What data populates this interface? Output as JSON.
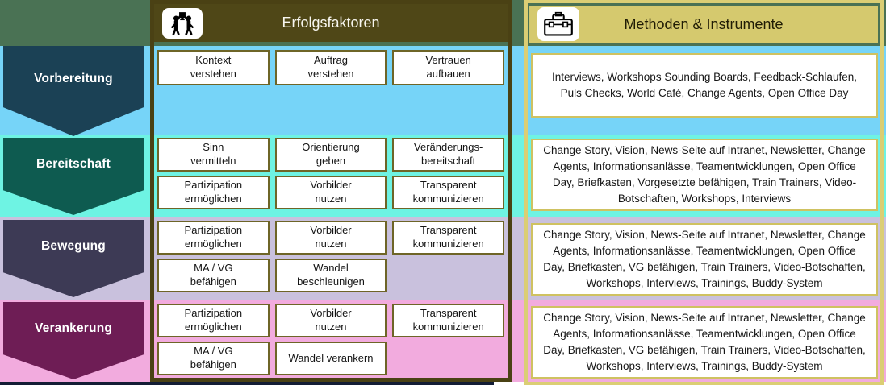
{
  "headers": {
    "erfolgsfaktoren": {
      "title": "Erfolgsfaktoren",
      "icon": "people-trophy-icon"
    },
    "methoden": {
      "title": "Methoden & Instrumente",
      "icon": "toolbox-icon"
    }
  },
  "colors": {
    "top_band": "#4a7254",
    "mid_frame": "#4a4114",
    "mid_header_bg": "#4f4717",
    "right_frame": "#dbce74",
    "right_header_bg": "#d5c96e",
    "bottom_bar": "#131d35"
  },
  "phases": [
    {
      "name": "Vorbereitung",
      "chevron_color": "#1b4155",
      "row_color": "#76d4f8",
      "factors": [
        "Kontext\nverstehen",
        "Auftrag\nverstehen",
        "Vertrauen\naufbauen"
      ],
      "methods": "Interviews, Workshops Sounding Boards, Feedback-Schlaufen, Puls Checks, World Café, Change Agents, Open Office Day"
    },
    {
      "name": "Bereitschaft",
      "chevron_color": "#0e5b50",
      "row_color": "#6ef3e3",
      "factors": [
        "Sinn\nvermitteln",
        "Orientierung\ngeben",
        "Veränderungs-\nbereitschaft",
        "Partizipation\nermöglichen",
        "Vorbilder\nnutzen",
        "Transparent\nkommunizieren"
      ],
      "methods": "Change Story, Vision, News-Seite auf Intranet, Newsletter, Change Agents, Informationsanlässe, Teamentwicklungen, Open Office Day, Briefkasten, Vorgesetzte befähigen, Train Trainers, Video-Botschaften, Workshops, Interviews"
    },
    {
      "name": "Bewegung",
      "chevron_color": "#3d3a55",
      "row_color": "#c9c1dd",
      "factors": [
        "Partizipation\nermöglichen",
        "Vorbilder\nnutzen",
        "Transparent\nkommunizieren",
        "MA / VG\nbefähigen",
        "Wandel\nbeschleunigen"
      ],
      "methods": "Change Story, Vision, News-Seite auf Intranet, Newsletter, Change Agents, Informationsanlässe, Teamentwicklungen, Open Office Day, Briefkasten, VG befähigen, Train Trainers, Video-Botschaften, Workshops, Interviews, Trainings, Buddy-System"
    },
    {
      "name": "Verankerung",
      "chevron_color": "#6e1d55",
      "row_color": "#f2abde",
      "factors": [
        "Partizipation\nermöglichen",
        "Vorbilder\nnutzen",
        "Transparent\nkommunizieren",
        "MA / VG\nbefähigen",
        "Wandel verankern"
      ],
      "methods": "Change Story, Vision, News-Seite auf Intranet, Newsletter, Change Agents, Informationsanlässe, Teamentwicklungen, Open Office Day, Briefkasten, VG befähigen, Train Trainers, Video-Botschaften, Workshops, Interviews, Trainings, Buddy-System"
    }
  ]
}
